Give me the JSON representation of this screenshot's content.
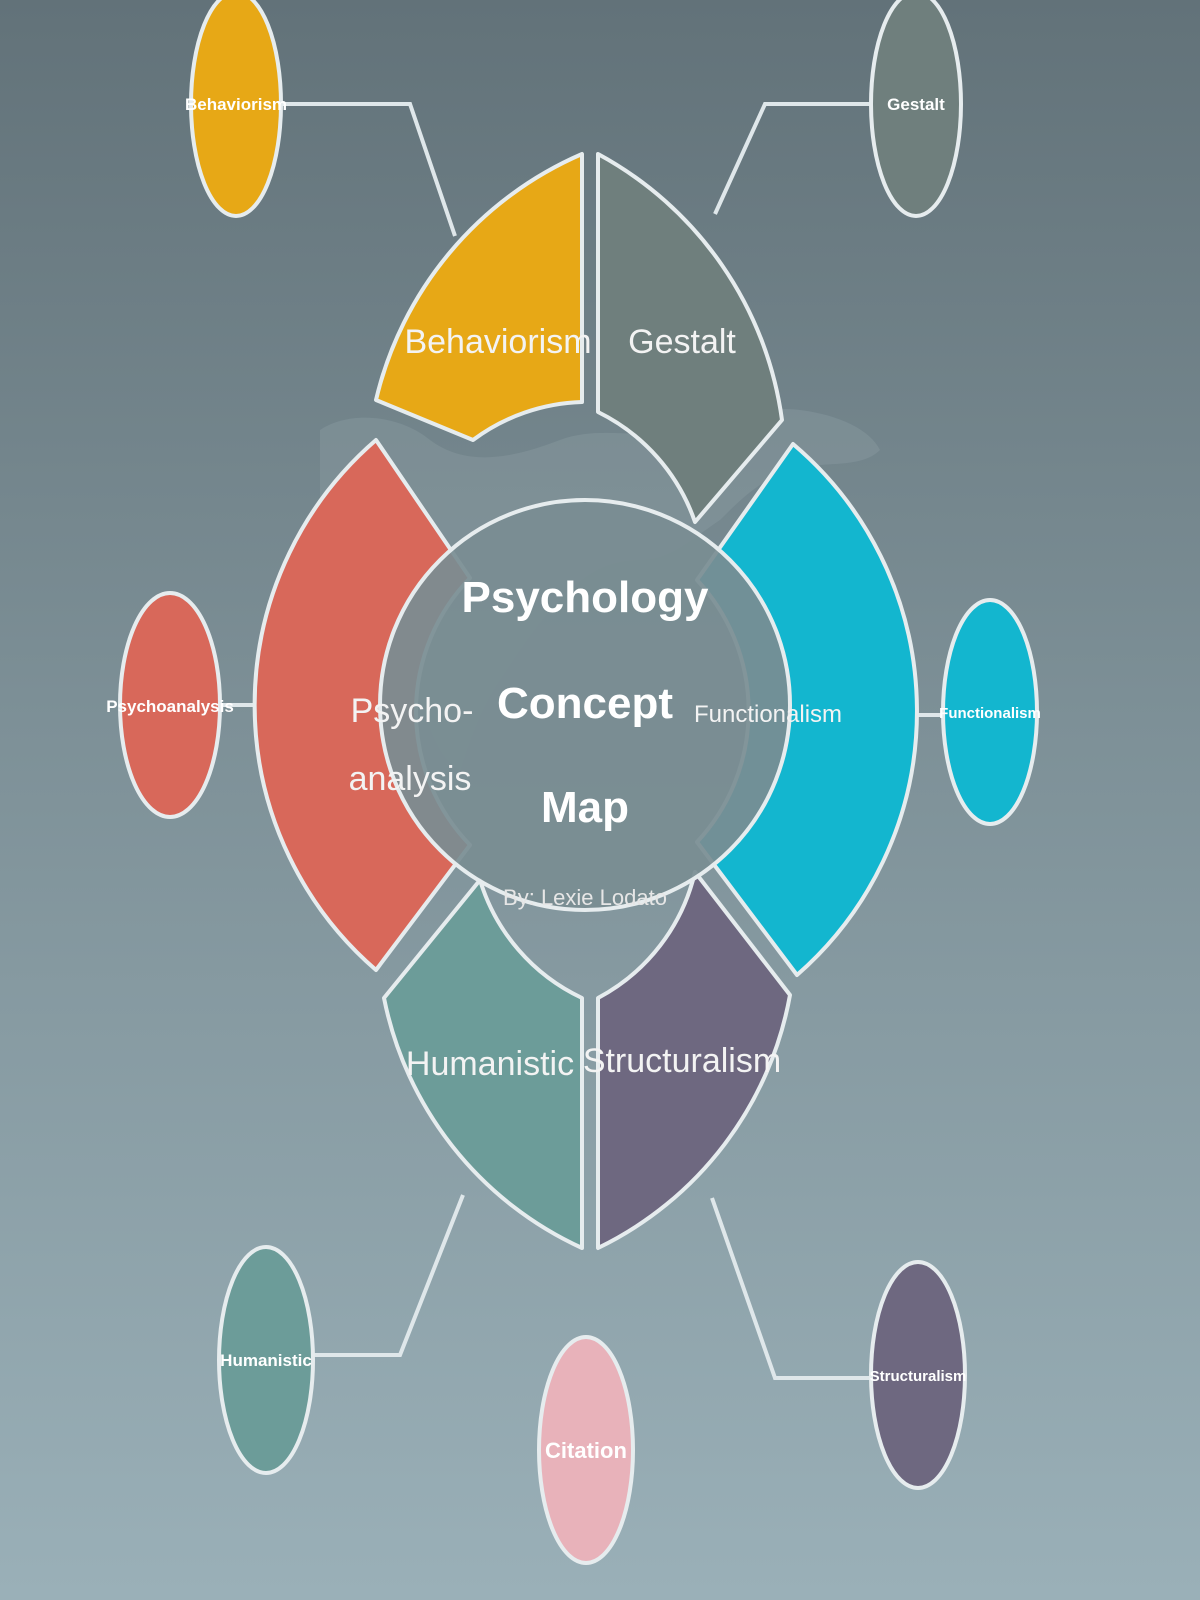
{
  "title_lines": [
    "Psychology",
    "Concept",
    "Map"
  ],
  "author": "By: Lexie Lodato",
  "colors": {
    "behaviorism": "#e7a816",
    "gestalt": "#6f7f7d",
    "functionalism": "#13b6cf",
    "structuralism": "#6e6880",
    "humanistic": "#6c9c99",
    "psychoanalysis": "#d8685a",
    "citation": "#e8b2ba",
    "center": "#7a8d93",
    "outline": "#e6ecee",
    "connector": "#dfe7ea"
  },
  "segments": {
    "behaviorism": {
      "lines": [
        "Behaviorism"
      ]
    },
    "gestalt": {
      "lines": [
        "Gestalt"
      ]
    },
    "functionalism": {
      "lines": [
        "Functionalism"
      ]
    },
    "structuralism": {
      "lines": [
        "Structuralism"
      ]
    },
    "humanistic": {
      "lines": [
        "Humanistic"
      ]
    },
    "psychoanalysis": {
      "lines": [
        "Psycho-",
        "analysis"
      ]
    }
  },
  "bubbles": {
    "behaviorism": "Behaviorism",
    "gestalt": "Gestalt",
    "functionalism": "Functionalism",
    "structuralism": "Structuralism",
    "humanistic": "Humanistic",
    "psychoanalysis": "Psychoanalysis",
    "citation": "Citation"
  }
}
